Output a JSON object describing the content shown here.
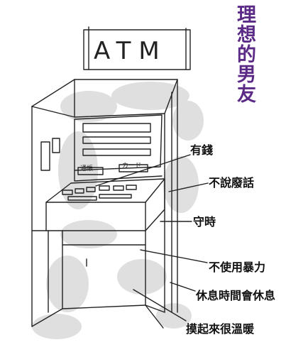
{
  "title": "理想的男友",
  "sign": "ATM",
  "panel": {
    "left_label": "通帳",
    "right_label": "カード"
  },
  "annotations": [
    {
      "text": "有錢",
      "target": "keypad"
    },
    {
      "text": "不說廢話",
      "target": "cabinet-side"
    },
    {
      "text": "守時",
      "target": "cabinet-side"
    },
    {
      "text": "不使用暴力",
      "target": "lower-cabinet"
    },
    {
      "text": "休息時間會休息",
      "target": "lower-cabinet-corner"
    },
    {
      "text": "摸起來很溫暖",
      "target": "base"
    }
  ],
  "colors": {
    "title": "#5b2a86",
    "ink": "#111111",
    "shade": "#d9d9d9"
  }
}
